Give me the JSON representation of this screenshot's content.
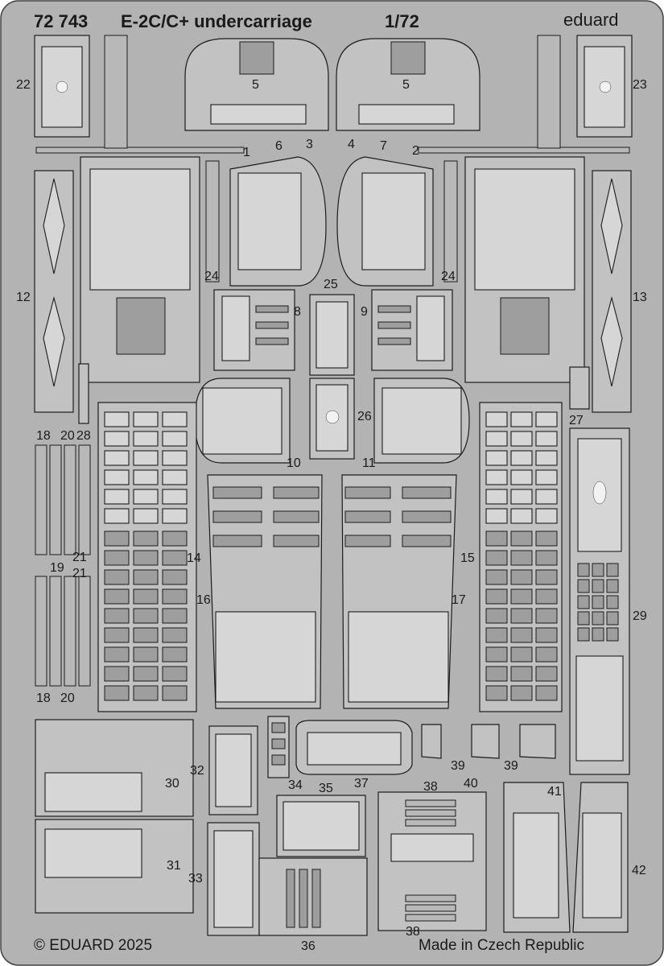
{
  "header": {
    "product_code": "72 743",
    "title": "E-2C/C+ undercarriage",
    "scale": "1/72",
    "brand": "eduard"
  },
  "footer": {
    "copyright": "© EDUARD 2025",
    "origin": "Made in Czech Republic"
  },
  "part_numbers": {
    "p1": "1",
    "p2": "2",
    "p3": "3",
    "p4": "4",
    "p5a": "5",
    "p5b": "5",
    "p6": "6",
    "p7": "7",
    "p8": "8",
    "p9": "9",
    "p10": "10",
    "p11": "11",
    "p12": "12",
    "p13": "13",
    "p14": "14",
    "p15": "15",
    "p16": "16",
    "p17": "17",
    "p18a": "18",
    "p18b": "18",
    "p19": "19",
    "p20a": "20",
    "p20b": "20",
    "p21a": "21",
    "p21b": "21",
    "p22": "22",
    "p23": "23",
    "p24a": "24",
    "p24b": "24",
    "p25": "25",
    "p26": "26",
    "p27": "27",
    "p28": "28",
    "p29": "29",
    "p30": "30",
    "p31": "31",
    "p32": "32",
    "p33": "33",
    "p34": "34",
    "p35": "35",
    "p36": "36",
    "p37": "37",
    "p38a": "38",
    "p38b": "38",
    "p39a": "39",
    "p39b": "39",
    "p40": "40",
    "p41": "41",
    "p42": "42"
  },
  "colors": {
    "sheet": "#b3b3b3",
    "part": "#c2c2c2",
    "outline": "#1c1c1c"
  }
}
